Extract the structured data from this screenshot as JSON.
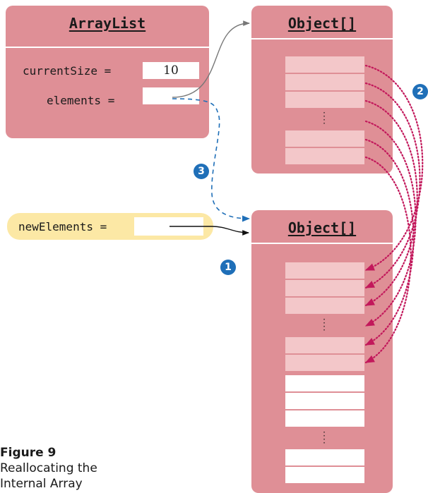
{
  "array_list": {
    "title": "ArrayList",
    "current_size_label": "currentSize =",
    "current_size_value": "10",
    "elements_label": "elements ="
  },
  "old_array": {
    "title": "Object[]"
  },
  "new_array": {
    "title": "Object[]"
  },
  "new_elements": {
    "label": "newElements ="
  },
  "steps": {
    "one": "1",
    "two": "2",
    "three": "3"
  },
  "caption": {
    "label": "Figure 9",
    "text": "Reallocating the Internal Array"
  },
  "colors": {
    "panel": "#df8f96",
    "slot_filled": "#f3c7c9",
    "pill": "#fce8a5",
    "marker": "#1f6fb8",
    "copy_arrow": "#c2185b",
    "ref_arrow_blue": "#1f6fb8"
  }
}
